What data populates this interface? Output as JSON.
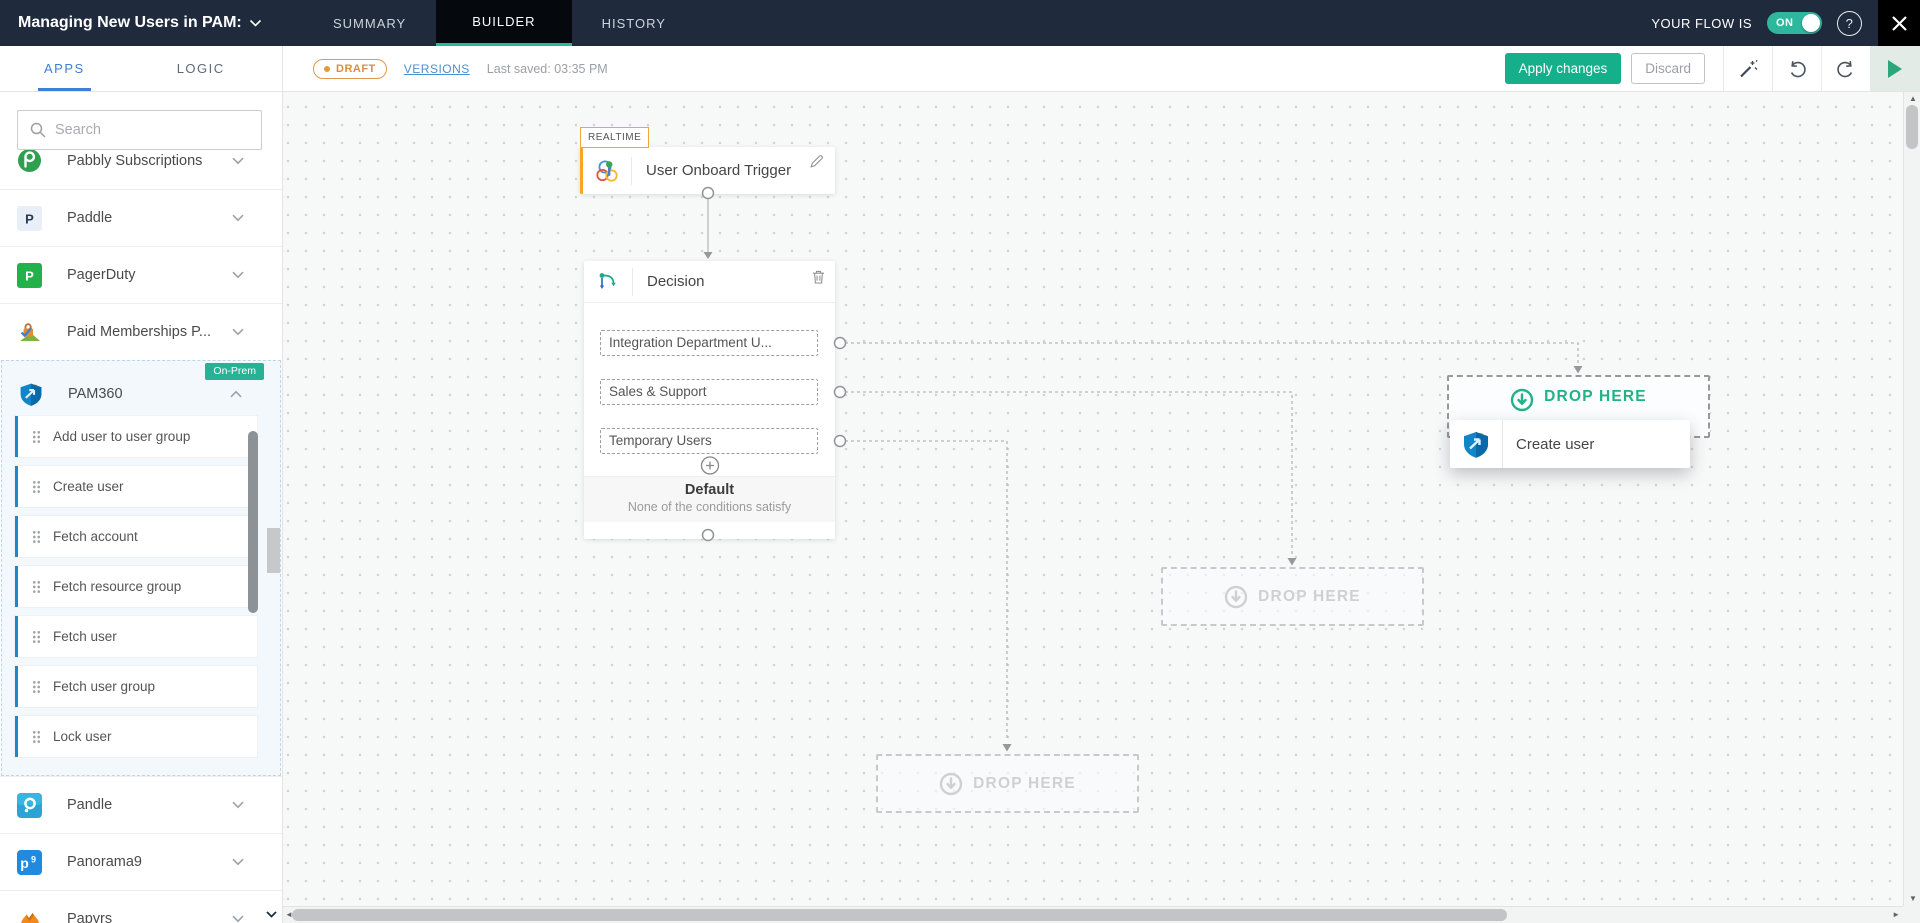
{
  "header": {
    "title": "Managing New Users in PAM:",
    "tabs": [
      {
        "label": "SUMMARY",
        "active": false
      },
      {
        "label": "BUILDER",
        "active": true
      },
      {
        "label": "HISTORY",
        "active": false
      }
    ],
    "flow_status_label": "YOUR FLOW IS",
    "toggle_state": "ON",
    "help_glyph": "?"
  },
  "toolbar": {
    "apps_tab": "APPS",
    "logic_tab": "LOGIC",
    "draft_badge": "DRAFT",
    "versions_link": "VERSIONS",
    "last_saved": "Last saved: 03:35 PM",
    "apply_label": "Apply changes",
    "discard_label": "Discard"
  },
  "sidebar": {
    "search_placeholder": "Search",
    "apps": [
      {
        "name": "Pabbly Subscriptions",
        "icon": "pabbly",
        "expanded": false
      },
      {
        "name": "Paddle",
        "icon": "paddle",
        "expanded": false
      },
      {
        "name": "PagerDuty",
        "icon": "pagerduty",
        "expanded": false
      },
      {
        "name": "Paid Memberships P...",
        "icon": "paidmember",
        "expanded": false
      },
      {
        "name": "PAM360",
        "icon": "pam360",
        "expanded": true,
        "badge": "On-Prem"
      },
      {
        "name": "Pandle",
        "icon": "pandle",
        "expanded": false
      },
      {
        "name": "Panorama9",
        "icon": "panorama9",
        "expanded": false
      },
      {
        "name": "Papyrs",
        "icon": "papyrs",
        "expanded": false
      }
    ],
    "pam_actions": [
      "Add user to user group",
      "Create user",
      "Fetch account",
      "Fetch resource group",
      "Fetch user",
      "Fetch user group",
      "Lock user"
    ]
  },
  "canvas": {
    "trigger": {
      "tag": "REALTIME",
      "title": "User Onboard Trigger"
    },
    "decision": {
      "title": "Decision",
      "conditions": [
        "Integration Department U...",
        "Sales & Support",
        "Temporary Users"
      ],
      "default_title": "Default",
      "default_subtitle": "None of the conditions satisfy"
    },
    "drop_here_label": "DROP HERE",
    "dragged_card_label": "Create user"
  },
  "colors": {
    "topbar_bg": "#1f2b3d",
    "accent_green": "#16af8b",
    "tab_underline_teal": "#26b99a",
    "apps_tab_blue": "#3d7fd9",
    "draft_orange": "#e8973f",
    "trigger_border_orange": "#f5a623",
    "drop_active_green": "#21b287",
    "pam_action_border_blue": "#1d87c8",
    "onprem_badge_teal": "#28b295"
  }
}
